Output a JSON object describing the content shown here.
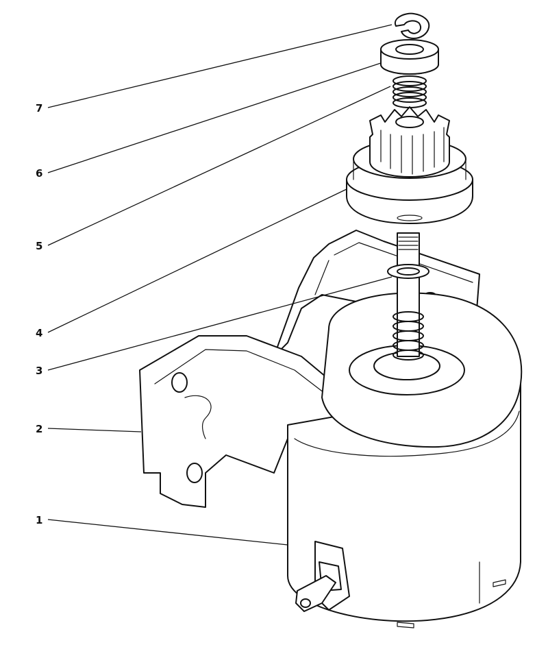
{
  "diagram": {
    "callouts": [
      {
        "id": "part-1",
        "label": "1"
      },
      {
        "id": "part-2",
        "label": "2"
      },
      {
        "id": "part-3",
        "label": "3"
      },
      {
        "id": "part-4",
        "label": "4"
      },
      {
        "id": "part-5",
        "label": "5"
      },
      {
        "id": "part-6",
        "label": "6"
      },
      {
        "id": "part-7",
        "label": "7"
      }
    ]
  }
}
